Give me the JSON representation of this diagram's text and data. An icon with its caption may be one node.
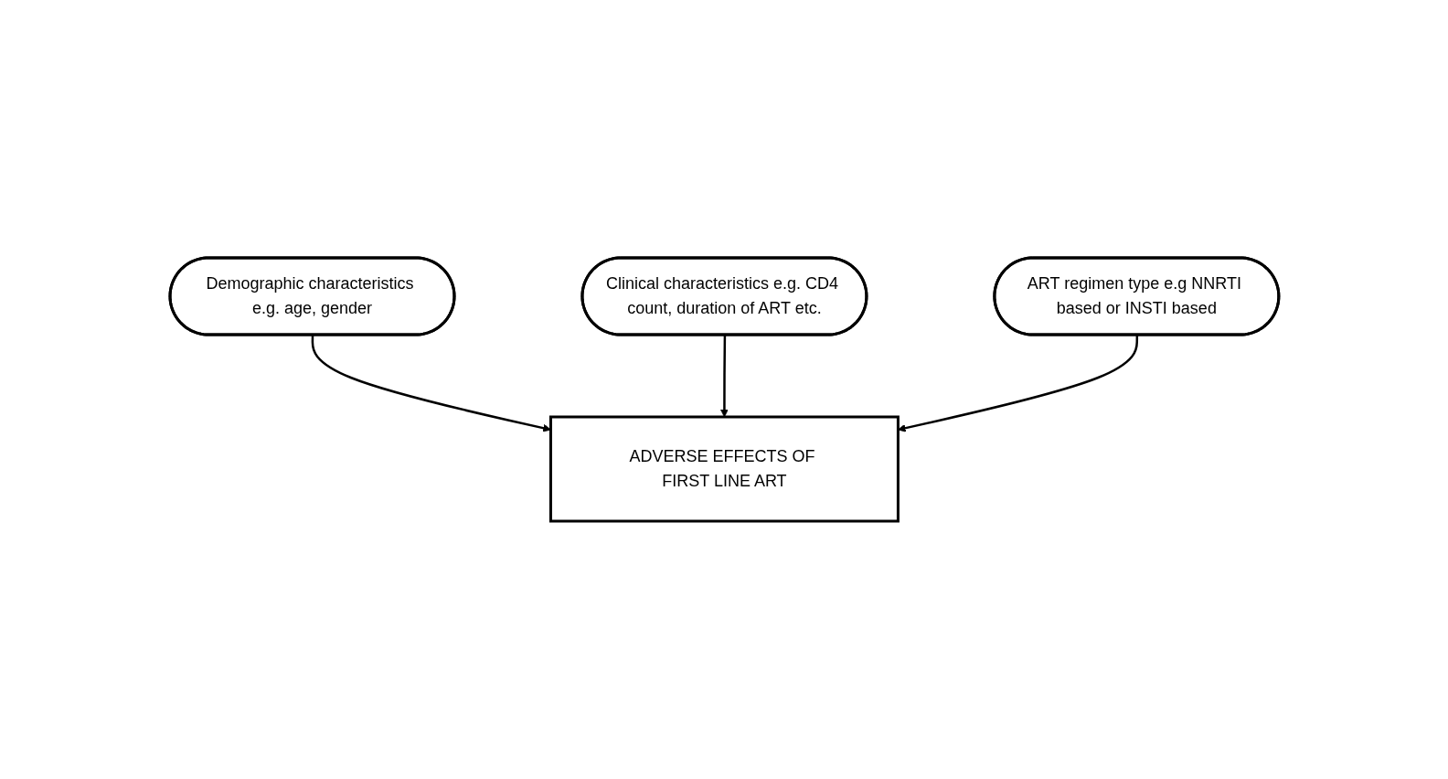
{
  "diagram": {
    "nodes": [
      {
        "text": [
          "Demographic characteristics e.g. age, gender"
        ]
      },
      {
        "text": [
          "Clinical characteristics e.g. CD4 count, duration of ART etc."
        ]
      },
      {
        "text": [
          "ADVERSE EFFECTS OF FIRST LINE ART"
        ]
      },
      {
        "text": [
          "ART regimen type e.g NNRTI based or INSTI based"
        ]
      }
    ],
    "edges": [
      {
        "from": 0,
        "to": 2,
        "arrow": "to"
      },
      {
        "from": 1,
        "to": 2,
        "arrow": "to"
      },
      {
        "from": 3,
        "to": 2,
        "arrow": "to"
      }
    ]
  }
}
